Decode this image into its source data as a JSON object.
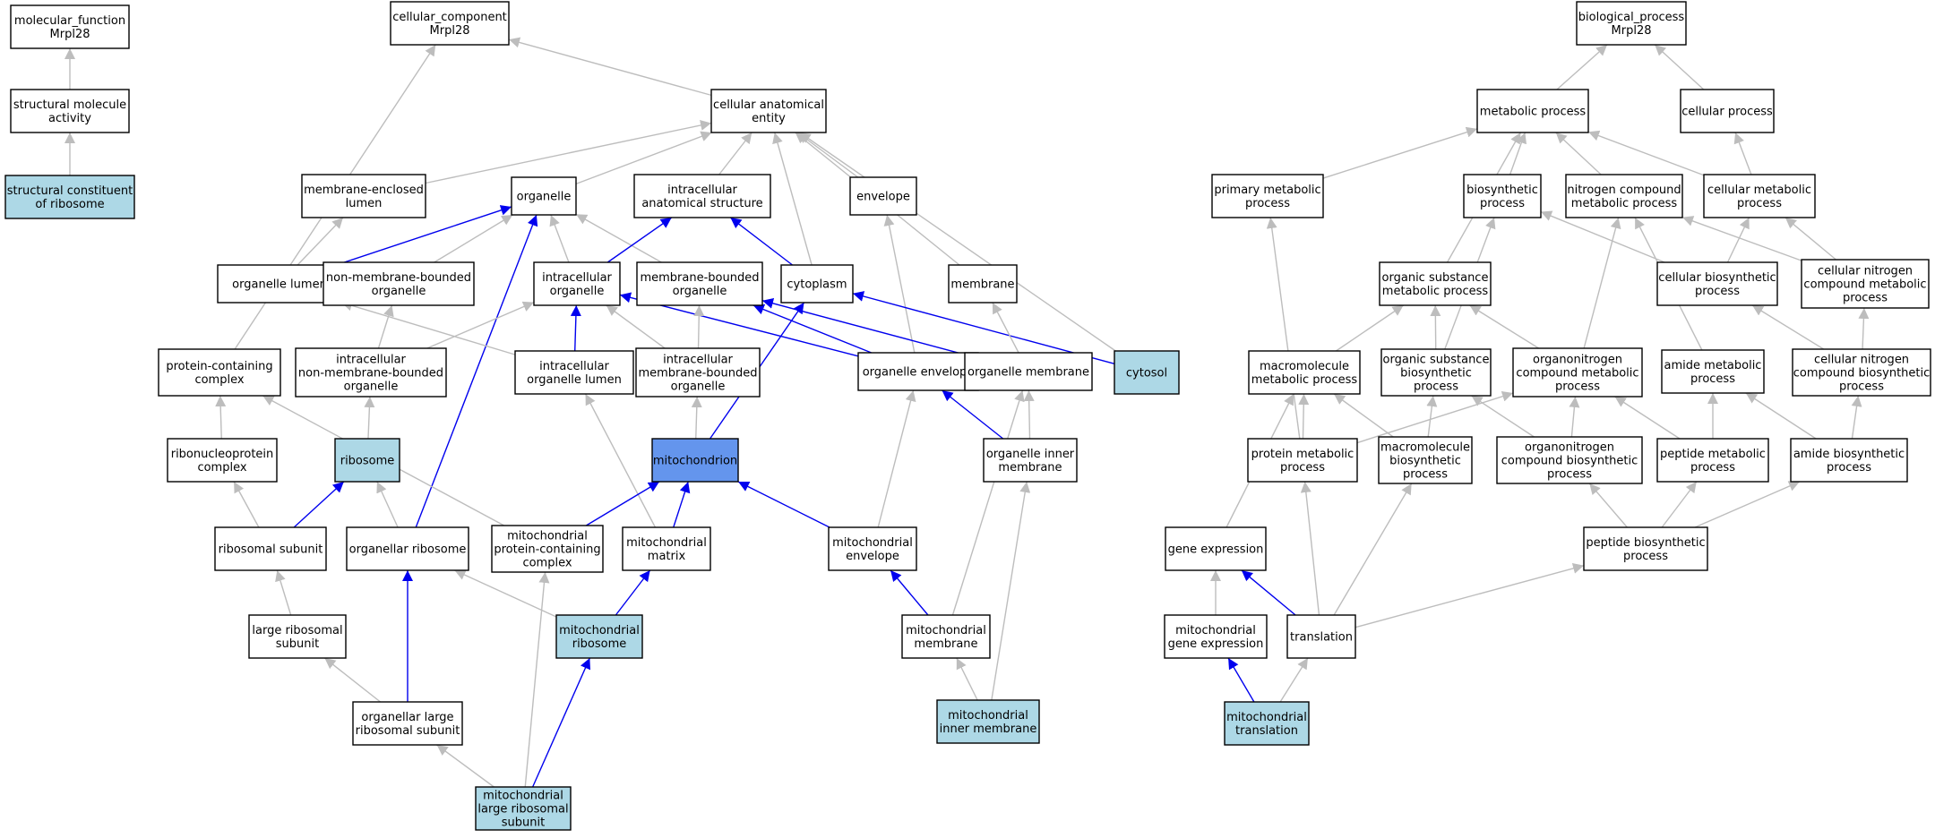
{
  "colors": {
    "node_fill": "#ffffff",
    "annotated_fill": "#add8e6",
    "focus_fill": "#6495ed",
    "edge_gray": "#bdbdbd",
    "edge_blue": "#0000ee",
    "border": "#000000"
  },
  "nodes": [
    {
      "id": "mf_root",
      "lines": [
        "molecular_function",
        "Mrpl28"
      ],
      "style": "plain"
    },
    {
      "id": "struct_mol",
      "lines": [
        "structural molecule",
        "activity"
      ],
      "style": "plain"
    },
    {
      "id": "struct_ribo",
      "lines": [
        "structural constituent",
        "of ribosome"
      ],
      "style": "annotated"
    },
    {
      "id": "cc_root",
      "lines": [
        "cellular_component",
        "Mrpl28"
      ],
      "style": "plain"
    },
    {
      "id": "cae",
      "lines": [
        "cellular anatomical",
        "entity"
      ],
      "style": "plain"
    },
    {
      "id": "mel",
      "lines": [
        "membrane-enclosed",
        "lumen"
      ],
      "style": "plain"
    },
    {
      "id": "organelle",
      "lines": [
        "organelle"
      ],
      "style": "plain"
    },
    {
      "id": "ias",
      "lines": [
        "intracellular",
        "anatomical structure"
      ],
      "style": "plain"
    },
    {
      "id": "envelope",
      "lines": [
        "envelope"
      ],
      "style": "plain"
    },
    {
      "id": "org_lumen",
      "lines": [
        "organelle lumen"
      ],
      "style": "plain"
    },
    {
      "id": "nmbo",
      "lines": [
        "non-membrane-bounded",
        "organelle"
      ],
      "style": "plain"
    },
    {
      "id": "io",
      "lines": [
        "intracellular",
        "organelle"
      ],
      "style": "plain"
    },
    {
      "id": "mbo",
      "lines": [
        "membrane-bounded",
        "organelle"
      ],
      "style": "plain"
    },
    {
      "id": "cytoplasm",
      "lines": [
        "cytoplasm"
      ],
      "style": "plain"
    },
    {
      "id": "membrane",
      "lines": [
        "membrane"
      ],
      "style": "plain"
    },
    {
      "id": "pcc",
      "lines": [
        "protein-containing",
        "complex"
      ],
      "style": "plain"
    },
    {
      "id": "inmbo",
      "lines": [
        "intracellular",
        "non-membrane-bounded",
        "organelle"
      ],
      "style": "plain"
    },
    {
      "id": "iol",
      "lines": [
        "intracellular",
        "organelle lumen"
      ],
      "style": "plain"
    },
    {
      "id": "imbo",
      "lines": [
        "intracellular",
        "membrane-bounded",
        "organelle"
      ],
      "style": "plain"
    },
    {
      "id": "org_env",
      "lines": [
        "organelle envelope"
      ],
      "style": "plain"
    },
    {
      "id": "org_mem",
      "lines": [
        "organelle membrane"
      ],
      "style": "plain"
    },
    {
      "id": "cytosol",
      "lines": [
        "cytosol"
      ],
      "style": "annotated"
    },
    {
      "id": "rnp",
      "lines": [
        "ribonucleoprotein",
        "complex"
      ],
      "style": "plain"
    },
    {
      "id": "ribosome",
      "lines": [
        "ribosome"
      ],
      "style": "annotated"
    },
    {
      "id": "mito",
      "lines": [
        "mitochondrion"
      ],
      "style": "focus"
    },
    {
      "id": "oim",
      "lines": [
        "organelle inner",
        "membrane"
      ],
      "style": "plain"
    },
    {
      "id": "ribo_sub",
      "lines": [
        "ribosomal subunit"
      ],
      "style": "plain"
    },
    {
      "id": "org_ribo",
      "lines": [
        "organellar ribosome"
      ],
      "style": "plain"
    },
    {
      "id": "mpcc",
      "lines": [
        "mitochondrial",
        "protein-containing",
        "complex"
      ],
      "style": "plain"
    },
    {
      "id": "mmatrix",
      "lines": [
        "mitochondrial",
        "matrix"
      ],
      "style": "plain"
    },
    {
      "id": "menv",
      "lines": [
        "mitochondrial",
        "envelope"
      ],
      "style": "plain"
    },
    {
      "id": "lrs",
      "lines": [
        "large ribosomal",
        "subunit"
      ],
      "style": "plain"
    },
    {
      "id": "mribo",
      "lines": [
        "mitochondrial",
        "ribosome"
      ],
      "style": "annotated"
    },
    {
      "id": "mmem",
      "lines": [
        "mitochondrial",
        "membrane"
      ],
      "style": "plain"
    },
    {
      "id": "olrs",
      "lines": [
        "organellar large",
        "ribosomal subunit"
      ],
      "style": "plain"
    },
    {
      "id": "mim",
      "lines": [
        "mitochondrial",
        "inner membrane"
      ],
      "style": "annotated"
    },
    {
      "id": "mlrs",
      "lines": [
        "mitochondrial",
        "large ribosomal",
        "subunit"
      ],
      "style": "annotated"
    },
    {
      "id": "bp_root",
      "lines": [
        "biological_process",
        "Mrpl28"
      ],
      "style": "plain"
    },
    {
      "id": "metab",
      "lines": [
        "metabolic process"
      ],
      "style": "plain"
    },
    {
      "id": "cellproc",
      "lines": [
        "cellular process"
      ],
      "style": "plain"
    },
    {
      "id": "pmp",
      "lines": [
        "primary metabolic",
        "process"
      ],
      "style": "plain"
    },
    {
      "id": "biosyn",
      "lines": [
        "biosynthetic",
        "process"
      ],
      "style": "plain"
    },
    {
      "id": "ncmp",
      "lines": [
        "nitrogen compound",
        "metabolic process"
      ],
      "style": "plain"
    },
    {
      "id": "cmp",
      "lines": [
        "cellular metabolic",
        "process"
      ],
      "style": "plain"
    },
    {
      "id": "osmp",
      "lines": [
        "organic substance",
        "metabolic process"
      ],
      "style": "plain"
    },
    {
      "id": "cbp",
      "lines": [
        "cellular biosynthetic",
        "process"
      ],
      "style": "plain"
    },
    {
      "id": "cncmp",
      "lines": [
        "cellular nitrogen",
        "compound metabolic",
        "process"
      ],
      "style": "plain"
    },
    {
      "id": "mmp",
      "lines": [
        "macromolecule",
        "metabolic process"
      ],
      "style": "plain"
    },
    {
      "id": "osbp",
      "lines": [
        "organic substance",
        "biosynthetic",
        "process"
      ],
      "style": "plain"
    },
    {
      "id": "oncmp",
      "lines": [
        "organonitrogen",
        "compound metabolic",
        "process"
      ],
      "style": "plain"
    },
    {
      "id": "amp",
      "lines": [
        "amide metabolic",
        "process"
      ],
      "style": "plain"
    },
    {
      "id": "cncbp",
      "lines": [
        "cellular nitrogen",
        "compound biosynthetic",
        "process"
      ],
      "style": "plain"
    },
    {
      "id": "protmp",
      "lines": [
        "protein metabolic",
        "process"
      ],
      "style": "plain"
    },
    {
      "id": "mbp",
      "lines": [
        "macromolecule",
        "biosynthetic",
        "process"
      ],
      "style": "plain"
    },
    {
      "id": "oncbp",
      "lines": [
        "organonitrogen",
        "compound biosynthetic",
        "process"
      ],
      "style": "plain"
    },
    {
      "id": "pepmp",
      "lines": [
        "peptide metabolic",
        "process"
      ],
      "style": "plain"
    },
    {
      "id": "abp",
      "lines": [
        "amide biosynthetic",
        "process"
      ],
      "style": "plain"
    },
    {
      "id": "geneexp",
      "lines": [
        "gene expression"
      ],
      "style": "plain"
    },
    {
      "id": "pepbp",
      "lines": [
        "peptide biosynthetic",
        "process"
      ],
      "style": "plain"
    },
    {
      "id": "mge",
      "lines": [
        "mitochondrial",
        "gene expression"
      ],
      "style": "plain"
    },
    {
      "id": "transl",
      "lines": [
        "translation"
      ],
      "style": "plain"
    },
    {
      "id": "mtransl",
      "lines": [
        "mitochondrial",
        "translation"
      ],
      "style": "annotated"
    }
  ],
  "edges": [
    {
      "from": "struct_mol",
      "to": "mf_root",
      "color": "gray"
    },
    {
      "from": "struct_ribo",
      "to": "struct_mol",
      "color": "gray"
    },
    {
      "from": "cae",
      "to": "cc_root",
      "color": "gray"
    },
    {
      "from": "pcc",
      "to": "cc_root",
      "color": "gray"
    },
    {
      "from": "mel",
      "to": "cae",
      "color": "gray"
    },
    {
      "from": "organelle",
      "to": "cae",
      "color": "gray"
    },
    {
      "from": "ias",
      "to": "cae",
      "color": "gray"
    },
    {
      "from": "envelope",
      "to": "cae",
      "color": "gray"
    },
    {
      "from": "cytoplasm",
      "to": "cae",
      "color": "gray"
    },
    {
      "from": "membrane",
      "to": "cae",
      "color": "gray"
    },
    {
      "from": "cytosol",
      "to": "cae",
      "color": "gray"
    },
    {
      "from": "org_lumen",
      "to": "mel",
      "color": "gray"
    },
    {
      "from": "org_lumen",
      "to": "organelle",
      "color": "blue"
    },
    {
      "from": "nmbo",
      "to": "organelle",
      "color": "gray"
    },
    {
      "from": "io",
      "to": "organelle",
      "color": "gray"
    },
    {
      "from": "mbo",
      "to": "organelle",
      "color": "gray"
    },
    {
      "from": "org_ribo",
      "to": "organelle",
      "color": "blue"
    },
    {
      "from": "io",
      "to": "ias",
      "color": "blue"
    },
    {
      "from": "cytoplasm",
      "to": "ias",
      "color": "blue"
    },
    {
      "from": "org_env",
      "to": "envelope",
      "color": "gray"
    },
    {
      "from": "iol",
      "to": "org_lumen",
      "color": "gray"
    },
    {
      "from": "inmbo",
      "to": "nmbo",
      "color": "gray"
    },
    {
      "from": "inmbo",
      "to": "io",
      "color": "gray"
    },
    {
      "from": "iol",
      "to": "io",
      "color": "blue"
    },
    {
      "from": "imbo",
      "to": "io",
      "color": "gray"
    },
    {
      "from": "org_env",
      "to": "io",
      "color": "blue"
    },
    {
      "from": "imbo",
      "to": "mbo",
      "color": "gray"
    },
    {
      "from": "org_env",
      "to": "mbo",
      "color": "blue"
    },
    {
      "from": "org_mem",
      "to": "mbo",
      "color": "blue"
    },
    {
      "from": "mito",
      "to": "cytoplasm",
      "color": "blue"
    },
    {
      "from": "cytosol",
      "to": "cytoplasm",
      "color": "blue"
    },
    {
      "from": "org_mem",
      "to": "membrane",
      "color": "gray"
    },
    {
      "from": "ribosome",
      "to": "inmbo",
      "color": "gray"
    },
    {
      "from": "mito",
      "to": "imbo",
      "color": "gray"
    },
    {
      "from": "oim",
      "to": "org_mem",
      "color": "gray"
    },
    {
      "from": "menv",
      "to": "org_env",
      "color": "gray"
    },
    {
      "from": "oim",
      "to": "org_env",
      "color": "blue"
    },
    {
      "from": "rnp",
      "to": "pcc",
      "color": "gray"
    },
    {
      "from": "mpcc",
      "to": "pcc",
      "color": "gray"
    },
    {
      "from": "mmatrix",
      "to": "iol",
      "color": "gray"
    },
    {
      "from": "ribo_sub",
      "to": "rnp",
      "color": "gray"
    },
    {
      "from": "ribo_sub",
      "to": "ribosome",
      "color": "blue"
    },
    {
      "from": "org_ribo",
      "to": "ribosome",
      "color": "gray"
    },
    {
      "from": "mpcc",
      "to": "mito",
      "color": "blue"
    },
    {
      "from": "mmatrix",
      "to": "mito",
      "color": "blue"
    },
    {
      "from": "menv",
      "to": "mito",
      "color": "blue"
    },
    {
      "from": "mmem",
      "to": "menv",
      "color": "blue"
    },
    {
      "from": "mmem",
      "to": "org_mem",
      "color": "gray"
    },
    {
      "from": "mim",
      "to": "oim",
      "color": "gray"
    },
    {
      "from": "mim",
      "to": "mmem",
      "color": "gray"
    },
    {
      "from": "lrs",
      "to": "ribo_sub",
      "color": "gray"
    },
    {
      "from": "mribo",
      "to": "org_ribo",
      "color": "gray"
    },
    {
      "from": "mribo",
      "to": "mmatrix",
      "color": "blue"
    },
    {
      "from": "olrs",
      "to": "lrs",
      "color": "gray"
    },
    {
      "from": "olrs",
      "to": "org_ribo",
      "color": "blue"
    },
    {
      "from": "mlrs",
      "to": "olrs",
      "color": "gray"
    },
    {
      "from": "mlrs",
      "to": "mpcc",
      "color": "gray"
    },
    {
      "from": "mlrs",
      "to": "mribo",
      "color": "blue"
    },
    {
      "from": "metab",
      "to": "bp_root",
      "color": "gray"
    },
    {
      "from": "cellproc",
      "to": "bp_root",
      "color": "gray"
    },
    {
      "from": "pmp",
      "to": "metab",
      "color": "gray"
    },
    {
      "from": "biosyn",
      "to": "metab",
      "color": "gray"
    },
    {
      "from": "ncmp",
      "to": "metab",
      "color": "gray"
    },
    {
      "from": "cmp",
      "to": "metab",
      "color": "gray"
    },
    {
      "from": "osmp",
      "to": "metab",
      "color": "gray"
    },
    {
      "from": "cmp",
      "to": "cellproc",
      "color": "gray"
    },
    {
      "from": "cbp",
      "to": "biosyn",
      "color": "gray"
    },
    {
      "from": "osbp",
      "to": "biosyn",
      "color": "gray"
    },
    {
      "from": "cbp",
      "to": "cmp",
      "color": "gray"
    },
    {
      "from": "cncmp",
      "to": "cmp",
      "color": "gray"
    },
    {
      "from": "cncmp",
      "to": "ncmp",
      "color": "gray"
    },
    {
      "from": "oncmp",
      "to": "ncmp",
      "color": "gray"
    },
    {
      "from": "amp",
      "to": "ncmp",
      "color": "gray"
    },
    {
      "from": "mmp",
      "to": "osmp",
      "color": "gray"
    },
    {
      "from": "osbp",
      "to": "osmp",
      "color": "gray"
    },
    {
      "from": "oncmp",
      "to": "osmp",
      "color": "gray"
    },
    {
      "from": "cncbp",
      "to": "cbp",
      "color": "gray"
    },
    {
      "from": "cncbp",
      "to": "cncmp",
      "color": "gray"
    },
    {
      "from": "protmp",
      "to": "mmp",
      "color": "gray"
    },
    {
      "from": "protmp",
      "to": "pmp",
      "color": "gray"
    },
    {
      "from": "mbp",
      "to": "mmp",
      "color": "gray"
    },
    {
      "from": "mbp",
      "to": "osbp",
      "color": "gray"
    },
    {
      "from": "protmp",
      "to": "oncmp",
      "color": "gray"
    },
    {
      "from": "oncbp",
      "to": "oncmp",
      "color": "gray"
    },
    {
      "from": "oncbp",
      "to": "osbp",
      "color": "gray"
    },
    {
      "from": "pepmp",
      "to": "oncmp",
      "color": "gray"
    },
    {
      "from": "pepmp",
      "to": "amp",
      "color": "gray"
    },
    {
      "from": "abp",
      "to": "amp",
      "color": "gray"
    },
    {
      "from": "abp",
      "to": "cncbp",
      "color": "gray"
    },
    {
      "from": "geneexp",
      "to": "mmp",
      "color": "gray"
    },
    {
      "from": "pepbp",
      "to": "oncbp",
      "color": "gray"
    },
    {
      "from": "pepbp",
      "to": "pepmp",
      "color": "gray"
    },
    {
      "from": "pepbp",
      "to": "abp",
      "color": "gray"
    },
    {
      "from": "mge",
      "to": "geneexp",
      "color": "gray"
    },
    {
      "from": "transl",
      "to": "geneexp",
      "color": "blue"
    },
    {
      "from": "transl",
      "to": "protmp",
      "color": "gray"
    },
    {
      "from": "transl",
      "to": "mbp",
      "color": "gray"
    },
    {
      "from": "transl",
      "to": "pepbp",
      "color": "gray"
    },
    {
      "from": "mtransl",
      "to": "mge",
      "color": "blue"
    },
    {
      "from": "mtransl",
      "to": "transl",
      "color": "gray"
    }
  ]
}
